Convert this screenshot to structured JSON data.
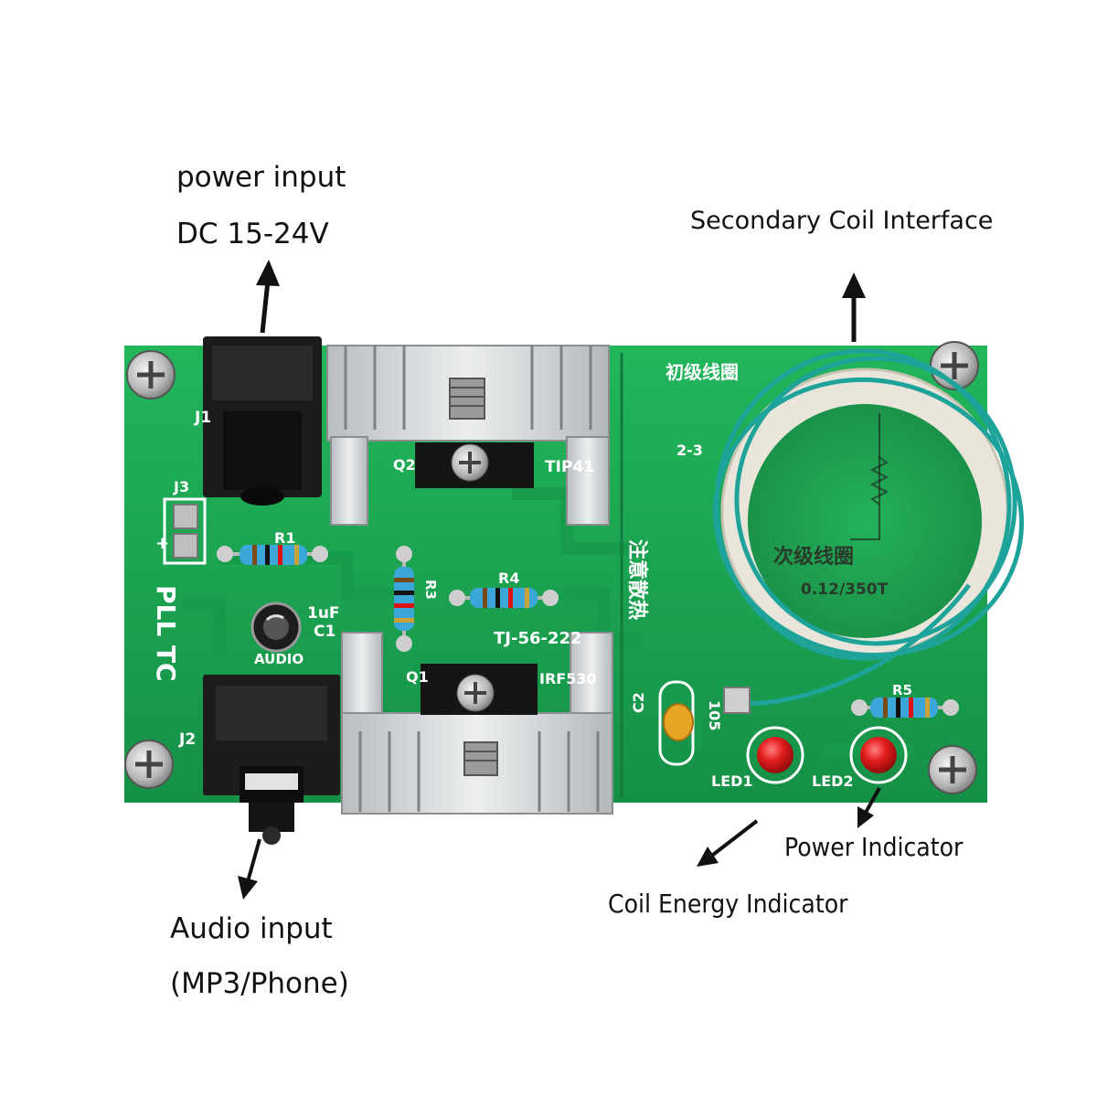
{
  "callouts": {
    "power_input_line1": "power input",
    "power_input_line2": "DC 15-24V",
    "secondary_coil": "Secondary Coil Interface",
    "audio_input_line1": "Audio input",
    "audio_input_line2": "(MP3/Phone)",
    "power_indicator": "Power Indicator",
    "coil_energy_indicator": "Coil Energy Indicator"
  },
  "silkscreen": {
    "j1": "J1",
    "j2": "J2",
    "j3": "J3",
    "r1": "R1",
    "r3": "R3",
    "r4": "R4",
    "r5": "R5",
    "c1_value": "1uF",
    "c1": "C1",
    "c2": "C2",
    "c2_value": "105",
    "audio": "AUDIO",
    "pll_tc": "PLL TC",
    "q1": "Q1",
    "q2": "Q2",
    "tip41": "TIP41",
    "irf530": "IRF530",
    "board_id": "TJ-56-222",
    "primary_coil_cn": "初级线圈",
    "secondary_coil_cn": "次级线圈",
    "coil_spec": "0.12/350T",
    "heatsink_note_cn": "注意散热",
    "led1": "LED1",
    "led2": "LED2",
    "pin_marks": "2-3"
  },
  "colors": {
    "pcb": "#1fae55",
    "pcb_dark": "#17914a",
    "heatsink": "#d7dadc",
    "led": "#e01a1a",
    "wire": "#1ea39a",
    "coil_tube": "#f2f0ea"
  }
}
